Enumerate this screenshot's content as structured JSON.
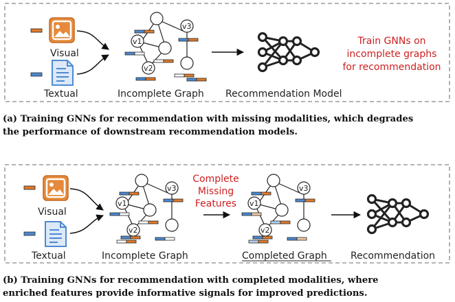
{
  "panel_a": {
    "input_visual": "Visual",
    "input_textual": "Textual",
    "graph_label": "Incomplete Graph",
    "model_label": "Recommendation Model",
    "note_lines": [
      "Train GNNs on",
      "incomplete graphs",
      "for recommendation"
    ],
    "node_labels": [
      "v1",
      "v2",
      "v3"
    ],
    "caption_lines": [
      "(a) Training GNNs for recommendation with missing modalities, which degrades",
      "the performance of downstream recommendation models."
    ]
  },
  "panel_b": {
    "input_visual": "Visual",
    "input_textual": "Textual",
    "graph_label": "Incomplete Graph",
    "completed_label": "Completed Graph",
    "model_label": "Recommendation",
    "step_lines": [
      "Complete",
      "Missing",
      "Features"
    ],
    "node_labels": [
      "v1",
      "v2",
      "v3"
    ],
    "caption_lines": [
      "(b) Training GNNs for recommendation with completed modalities, where",
      "enriched features provide informative signals for improved predictions."
    ]
  },
  "colors": {
    "visual": "#e07b2c",
    "textual": "#4d8ad0",
    "highlight_text": "#cc1f1f",
    "border": "#888888"
  }
}
